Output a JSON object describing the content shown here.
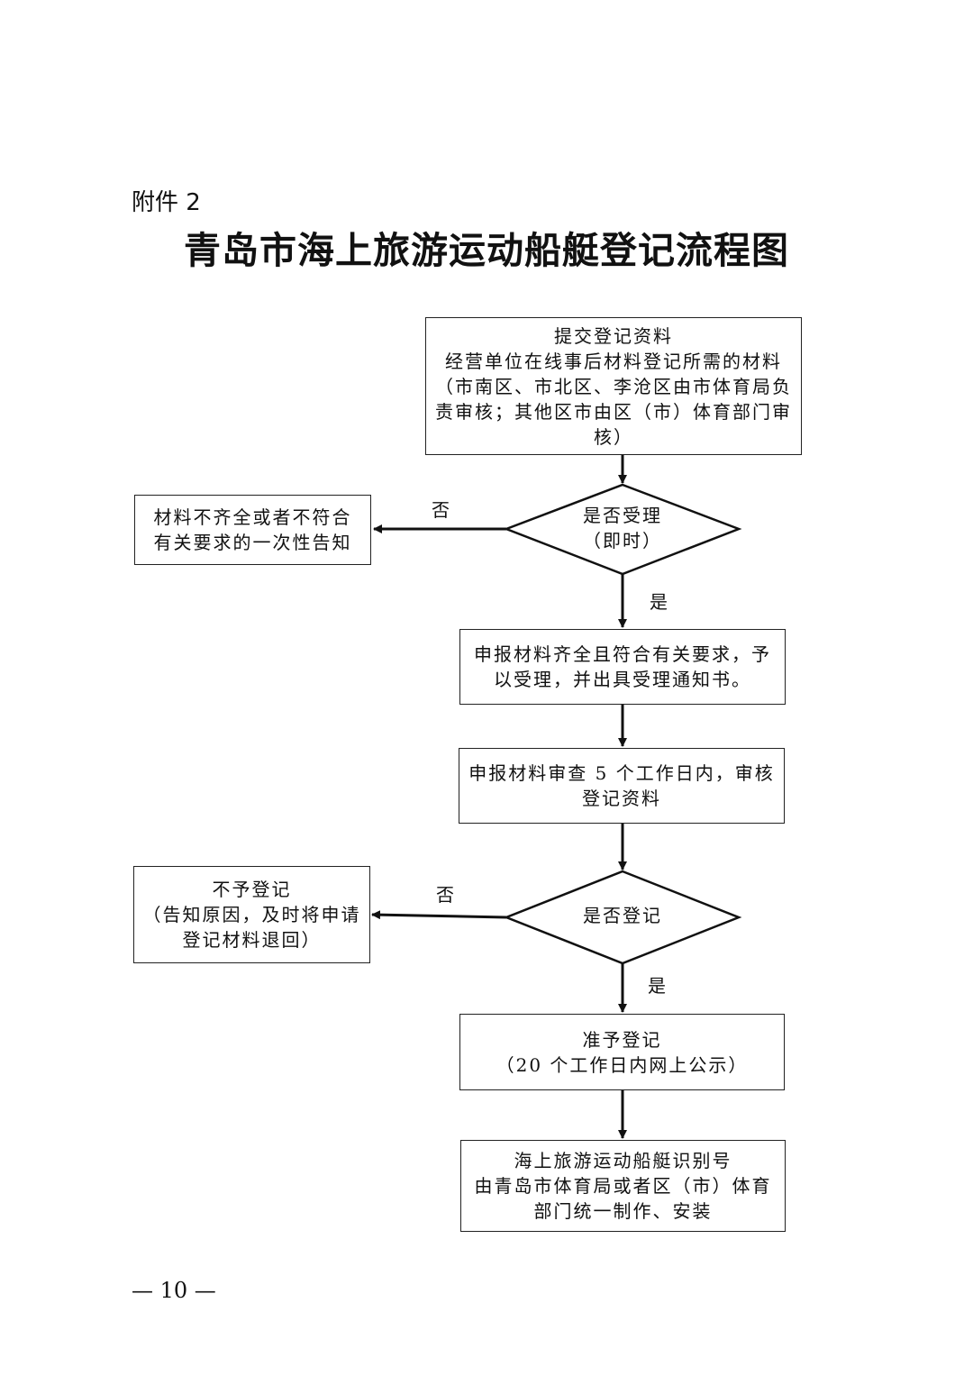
{
  "header": {
    "attachment": "附件 2",
    "title": "青岛市海上旅游运动船艇登记流程图"
  },
  "nodes": {
    "submit": {
      "line1": "提交登记资料",
      "line2": "经营单位在线事后材料登记所需的材料",
      "line3": "（市南区、市北区、李沧区由市体育局负",
      "line4": "责审核；其他区市由区（市）体育部门审",
      "line5": "核）"
    },
    "decision_accept": {
      "line1": "是否受理",
      "line2": "（即时）"
    },
    "reject_notice": {
      "line1": "材料不齐全或者不符合",
      "line2": "有关要求的一次性告知"
    },
    "accepted": {
      "line1": "申报材料齐全且符合有关要求，予",
      "line2": "以受理，并出具受理通知书。"
    },
    "review": {
      "line1": "申报材料审查 5 个工作日内，审核",
      "line2": "登记资料"
    },
    "decision_register": {
      "line1": "是否登记"
    },
    "not_registered": {
      "line1": "不予登记",
      "line2": "（告知原因，及时将申请",
      "line3": "登记材料退回）"
    },
    "registered": {
      "line1": "准予登记",
      "line2": "（20 个工作日内网上公示）"
    },
    "identification": {
      "line1": "海上旅游运动船艇识别号",
      "line2": "由青岛市体育局或者区（市）体育",
      "line3": "部门统一制作、安装"
    }
  },
  "edge_labels": {
    "accept_no": "否",
    "accept_yes": "是",
    "register_no": "否",
    "register_yes": "是"
  },
  "footer": {
    "page_number": "— 10 —"
  }
}
